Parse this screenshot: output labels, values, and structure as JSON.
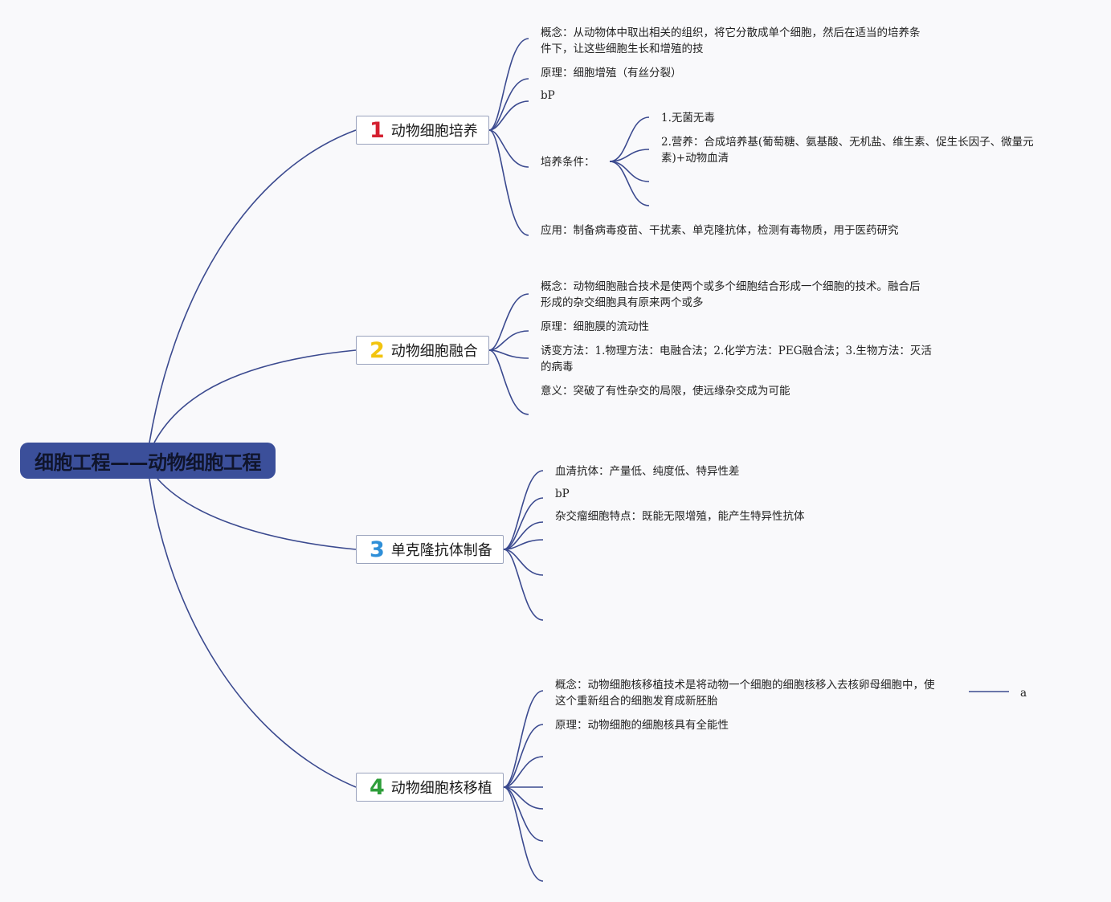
{
  "root": {
    "label": "细胞工程——动物细胞工程"
  },
  "branches": [
    {
      "number": "1",
      "number_color": "#d42030",
      "label": "动物细胞培养",
      "items": [
        {
          "line1": "概念：从动物体中取出相关的组织，将它分散成单个细胞，然后在适当的培养条",
          "line2": "件下，让这些细胞生长和增殖的技"
        },
        {
          "line1": "原理：细胞增殖（有丝分裂）"
        },
        {
          "line1": "bP"
        },
        {
          "line1": "培养条件：",
          "children": [
            {
              "line1": "1.无菌无毒"
            },
            {
              "line1": "2.营养：合成培养基(葡萄糖、氨基酸、无机盐、维生素、促生长因子、微量元",
              "line2": "素)+动物血清"
            }
          ]
        },
        {
          "line1": "应用：制备病毒疫苗、干扰素、单克隆抗体，检测有毒物质，用于医药研究"
        }
      ]
    },
    {
      "number": "2",
      "number_color": "#f2c40f",
      "label": "动物细胞融合",
      "items": [
        {
          "line1": "概念：动物细胞融合技术是使两个或多个细胞结合形成一个细胞的技术。融合后",
          "line2": "形成的杂交细胞具有原来两个或多"
        },
        {
          "line1": "原理：细胞膜的流动性"
        },
        {
          "line1": "诱变方法：1.物理方法：电融合法；2.化学方法：PEG融合法；3.生物方法：灭活",
          "line2": "的病毒"
        },
        {
          "line1": "意义：突破了有性杂交的局限，使远缘杂交成为可能"
        }
      ]
    },
    {
      "number": "3",
      "number_color": "#2f8fd8",
      "label": "单克隆抗体制备",
      "items": [
        {
          "line1": "血清抗体：产量低、纯度低、特异性差"
        },
        {
          "line1": "bP"
        },
        {
          "line1": "杂交瘤细胞特点：既能无限增殖，能产生特异性抗体"
        }
      ]
    },
    {
      "number": "4",
      "number_color": "#2e9e3a",
      "label": "动物细胞核移植",
      "items": [
        {
          "line1": "概念：动物细胞核移植技术是将动物一个细胞的细胞核移入去核卵母细胞中，使",
          "line2": "这个重新组合的细胞发育成新胚胎"
        },
        {
          "line1": "原理：动物细胞的细胞核具有全能性"
        }
      ]
    }
  ],
  "side_note": {
    "label": "a"
  },
  "colors": {
    "line": "#3b4a8f",
    "root_fill": "#3b4f9a",
    "background": "#f9f9fb"
  }
}
